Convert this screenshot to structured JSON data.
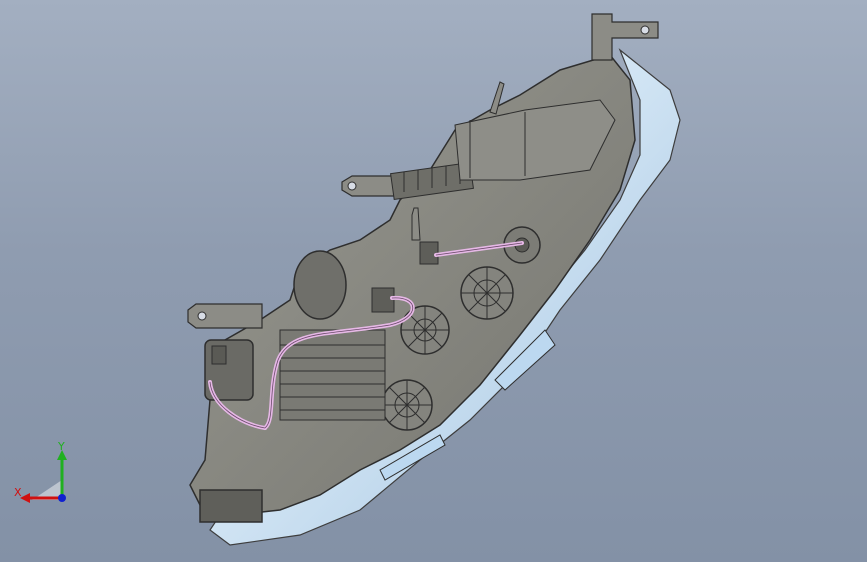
{
  "viewport": {
    "background_top": "#a3afc1",
    "background_bottom": "#8391a6"
  },
  "model": {
    "description_icon": "headlamp-assembly-3d-model",
    "housing_color": "#8a8a84",
    "wire_color": "#e6b8e6",
    "lens_color": "#cfe3f3"
  },
  "triad": {
    "x_label": "X",
    "y_label": "Y",
    "x_color": "#d01010",
    "y_color": "#20b020",
    "z_color": "#1020d0"
  }
}
